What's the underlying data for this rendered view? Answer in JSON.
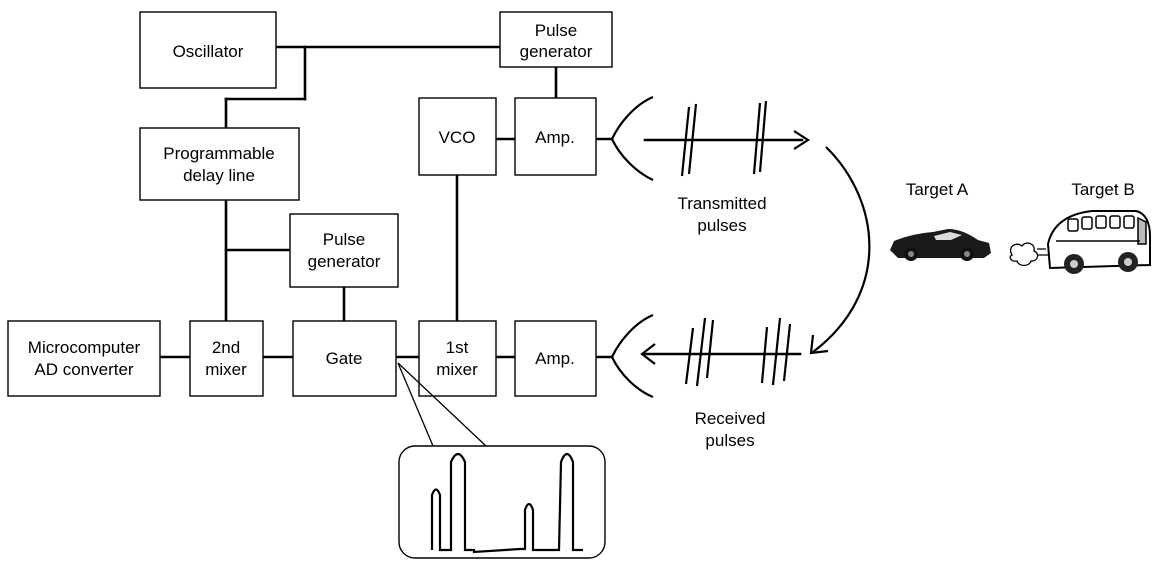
{
  "blocks": {
    "oscillator": [
      "Oscillator"
    ],
    "pulse_generator_top": [
      "Pulse",
      "generator"
    ],
    "vco": [
      "VCO"
    ],
    "amp_tx": [
      "Amp."
    ],
    "delay_line": [
      "Programmable",
      "delay line"
    ],
    "pulse_generator_mid": [
      "Pulse",
      "generator"
    ],
    "microcomputer": [
      "Microcomputer",
      "AD converter"
    ],
    "mixer2": [
      "2nd",
      "mixer"
    ],
    "gate": [
      "Gate"
    ],
    "mixer1": [
      "1st",
      "mixer"
    ],
    "amp_rx": [
      "Amp."
    ]
  },
  "labels": {
    "transmitted": [
      "Transmitted",
      "pulses"
    ],
    "received": [
      "Received",
      "pulses"
    ],
    "target_a": "Target A",
    "target_b": "Target B"
  },
  "icons": [
    "car-icon",
    "bus-icon",
    "antenna-icon",
    "exhaust-puff-icon"
  ]
}
